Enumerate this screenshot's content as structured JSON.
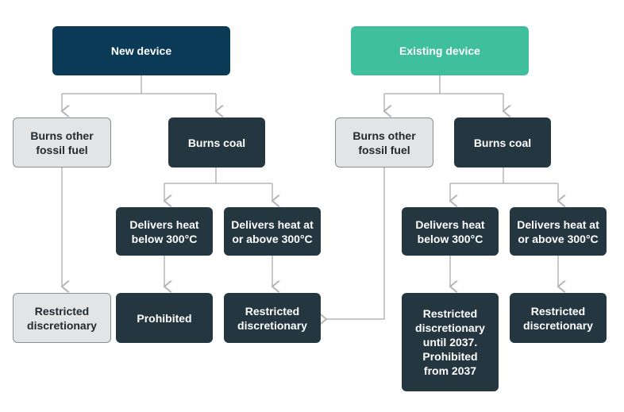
{
  "colors": {
    "new_device": "#0a3a56",
    "existing_device": "#3fbf9c",
    "dark_node": "#243640",
    "light_node": "#e3e4e6",
    "connector": "#b4b6b8"
  },
  "new": {
    "root": "New device",
    "other_fuel": "Burns other fossil fuel",
    "coal": "Burns coal",
    "below": "Delivers heat below 300°C",
    "above": "Delivers heat at or above 300°C",
    "other_result": "Restricted discretionary",
    "below_result": "Prohibited",
    "above_result": "Restricted discretionary"
  },
  "existing": {
    "root": "Existing device",
    "other_fuel": "Burns other fossil fuel",
    "coal": "Burns coal",
    "below": "Delivers heat below 300°C",
    "above": "Delivers heat at or above 300°C",
    "below_result": "Restricted discretionary until 2037. Prohibited from 2037",
    "above_result": "Restricted discretionary"
  }
}
